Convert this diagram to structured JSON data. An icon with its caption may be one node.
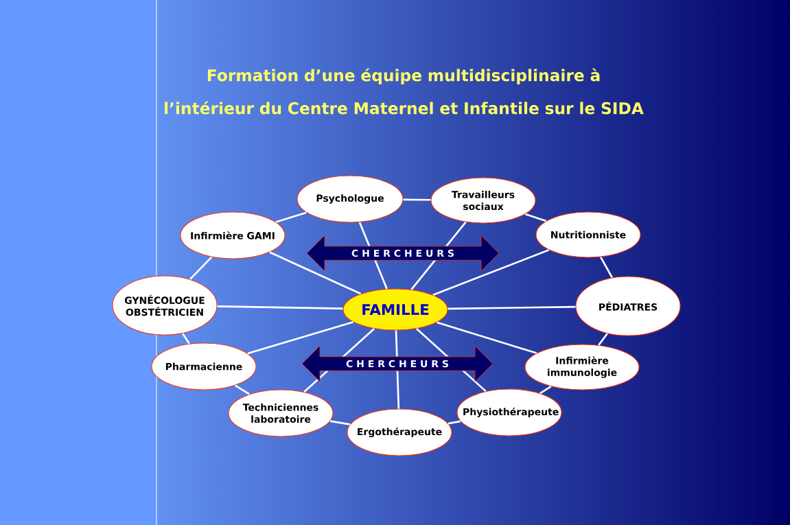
{
  "diagram": {
    "title": "Formation d’une équipe multidisciplinaire à l’intérieur du Centre Maternel et Infantile sur le SIDA",
    "nodes": [
      {
        "text": [
          "FAMILLE"
        ]
      },
      {
        "text": [
          "Psychologue"
        ]
      },
      {
        "text": [
          "Travailleurs sociaux"
        ]
      },
      {
        "text": [
          "Nutritionniste"
        ]
      },
      {
        "text": [
          "PÉDIATRES"
        ]
      },
      {
        "text": [
          "Infirmière immunologie"
        ]
      },
      {
        "text": [
          "Physiothérapeute"
        ]
      },
      {
        "text": [
          "Ergothérapeute"
        ]
      },
      {
        "text": [
          "Techniciennes laboratoire"
        ]
      },
      {
        "text": [
          "Pharmacienne"
        ]
      },
      {
        "text": [
          "GYNÉCOLOGUE OBSTÉTRICIEN"
        ]
      },
      {
        "text": [
          "Infirmière GAMI"
        ]
      }
    ],
    "edges": [
      {
        "from": 0,
        "to": 1,
        "arrow": "none"
      },
      {
        "from": 0,
        "to": 2,
        "arrow": "none"
      },
      {
        "from": 0,
        "to": 3,
        "arrow": "none"
      },
      {
        "from": 0,
        "to": 4,
        "arrow": "none"
      },
      {
        "from": 0,
        "to": 5,
        "arrow": "none"
      },
      {
        "from": 0,
        "to": 6,
        "arrow": "none"
      },
      {
        "from": 0,
        "to": 7,
        "arrow": "none"
      },
      {
        "from": 0,
        "to": 8,
        "arrow": "none"
      },
      {
        "from": 0,
        "to": 9,
        "arrow": "none"
      },
      {
        "from": 0,
        "to": 10,
        "arrow": "none"
      },
      {
        "from": 0,
        "to": 11,
        "arrow": "none"
      },
      {
        "from": 1,
        "to": 2,
        "arrow": "none"
      },
      {
        "from": 2,
        "to": 3,
        "arrow": "none"
      },
      {
        "from": 3,
        "to": 4,
        "arrow": "none"
      },
      {
        "from": 4,
        "to": 5,
        "arrow": "none"
      },
      {
        "from": 5,
        "to": 6,
        "arrow": "none"
      },
      {
        "from": 6,
        "to": 7,
        "arrow": "none"
      },
      {
        "from": 7,
        "to": 8,
        "arrow": "none"
      },
      {
        "from": 8,
        "to": 9,
        "arrow": "none"
      },
      {
        "from": 9,
        "to": 10,
        "arrow": "none"
      },
      {
        "from": 10,
        "to": 11,
        "arrow": "none"
      },
      {
        "from": 11,
        "to": 1,
        "arrow": "none"
      }
    ],
    "labels": [
      "C H E R C H E U R S",
      "C H E R C H E U R S"
    ]
  }
}
